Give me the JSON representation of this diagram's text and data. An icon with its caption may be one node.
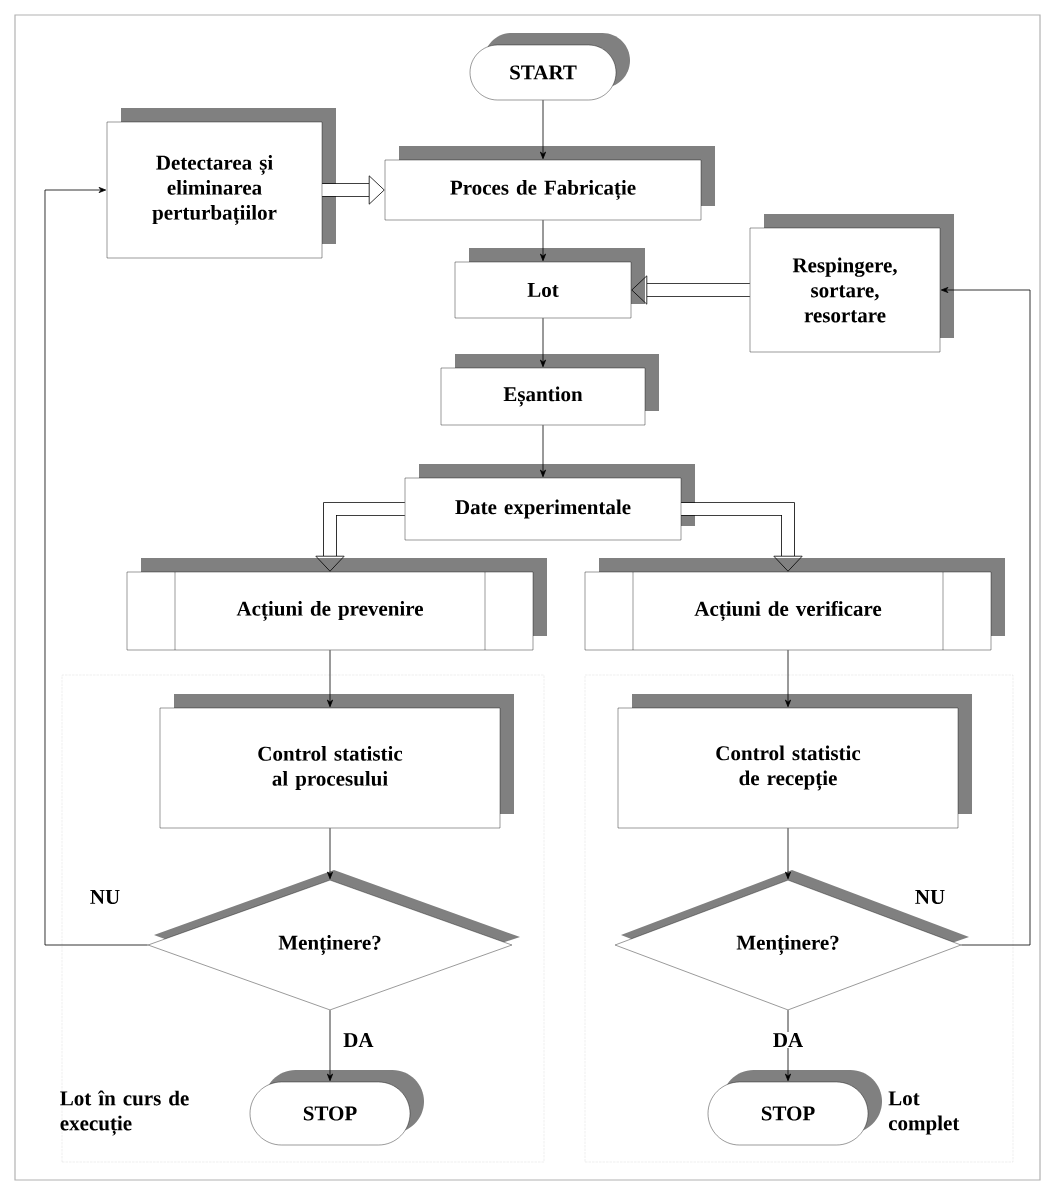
{
  "diagram": {
    "nodes": [
      {
        "text": [
          "START"
        ]
      },
      {
        "text": [
          "Detectarea și eliminarea perturbațiilor"
        ]
      },
      {
        "text": [
          "Proces de Fabricație"
        ]
      },
      {
        "text": [
          "Lot"
        ]
      },
      {
        "text": [
          "Respingere, sortare, resortare"
        ]
      },
      {
        "text": [
          "Eșantion"
        ]
      },
      {
        "text": [
          "Date experimentale"
        ]
      },
      {
        "text": [
          "Acțiuni de prevenire"
        ]
      },
      {
        "text": [
          "Acțiuni de verificare"
        ]
      },
      {
        "text": [],
        "shape": "box"
      },
      {
        "text": [
          "Control statistic al procesului"
        ],
        "in": 9
      },
      {
        "text": [
          "Menținere?"
        ],
        "in": 9
      },
      {
        "text": [
          "STOP"
        ],
        "in": 9,
        "beside": [
          "Lot în curs de execuție"
        ]
      },
      {
        "text": [],
        "shape": "box"
      },
      {
        "text": [
          "Control statistic de recepție"
        ],
        "in": 13
      },
      {
        "text": [
          "Menținere?"
        ],
        "in": 13
      },
      {
        "text": [
          "STOP"
        ],
        "in": 13,
        "beside": [
          "Lot complet"
        ]
      }
    ],
    "edges": [
      {
        "from": 0,
        "to": 2,
        "arrow": "to"
      },
      {
        "from": 1,
        "to": 2,
        "arrow": "to",
        "style": "thick"
      },
      {
        "from": 2,
        "to": 3,
        "arrow": "to"
      },
      {
        "from": 4,
        "to": 3,
        "arrow": "to",
        "style": "thick"
      },
      {
        "from": 3,
        "to": 5,
        "arrow": "to"
      },
      {
        "from": 5,
        "to": 6,
        "arrow": "to"
      },
      {
        "from": 6,
        "to": 7,
        "arrow": "to",
        "style": "thick"
      },
      {
        "from": 6,
        "to": 8,
        "arrow": "to",
        "style": "thick"
      },
      {
        "from": 7,
        "to": 10,
        "arrow": "to"
      },
      {
        "from": 8,
        "to": 14,
        "arrow": "to"
      },
      {
        "from": 10,
        "to": 11,
        "arrow": "to"
      },
      {
        "from": 11,
        "to": 12,
        "arrow": "to",
        "label": "DA"
      },
      {
        "from": 11,
        "to": 1,
        "arrow": "to",
        "label": "NU"
      },
      {
        "from": 14,
        "to": 15,
        "arrow": "to"
      },
      {
        "from": 15,
        "to": 16,
        "arrow": "to",
        "label": "DA"
      },
      {
        "from": 15,
        "to": 4,
        "arrow": "to",
        "label": "NU"
      }
    ]
  }
}
